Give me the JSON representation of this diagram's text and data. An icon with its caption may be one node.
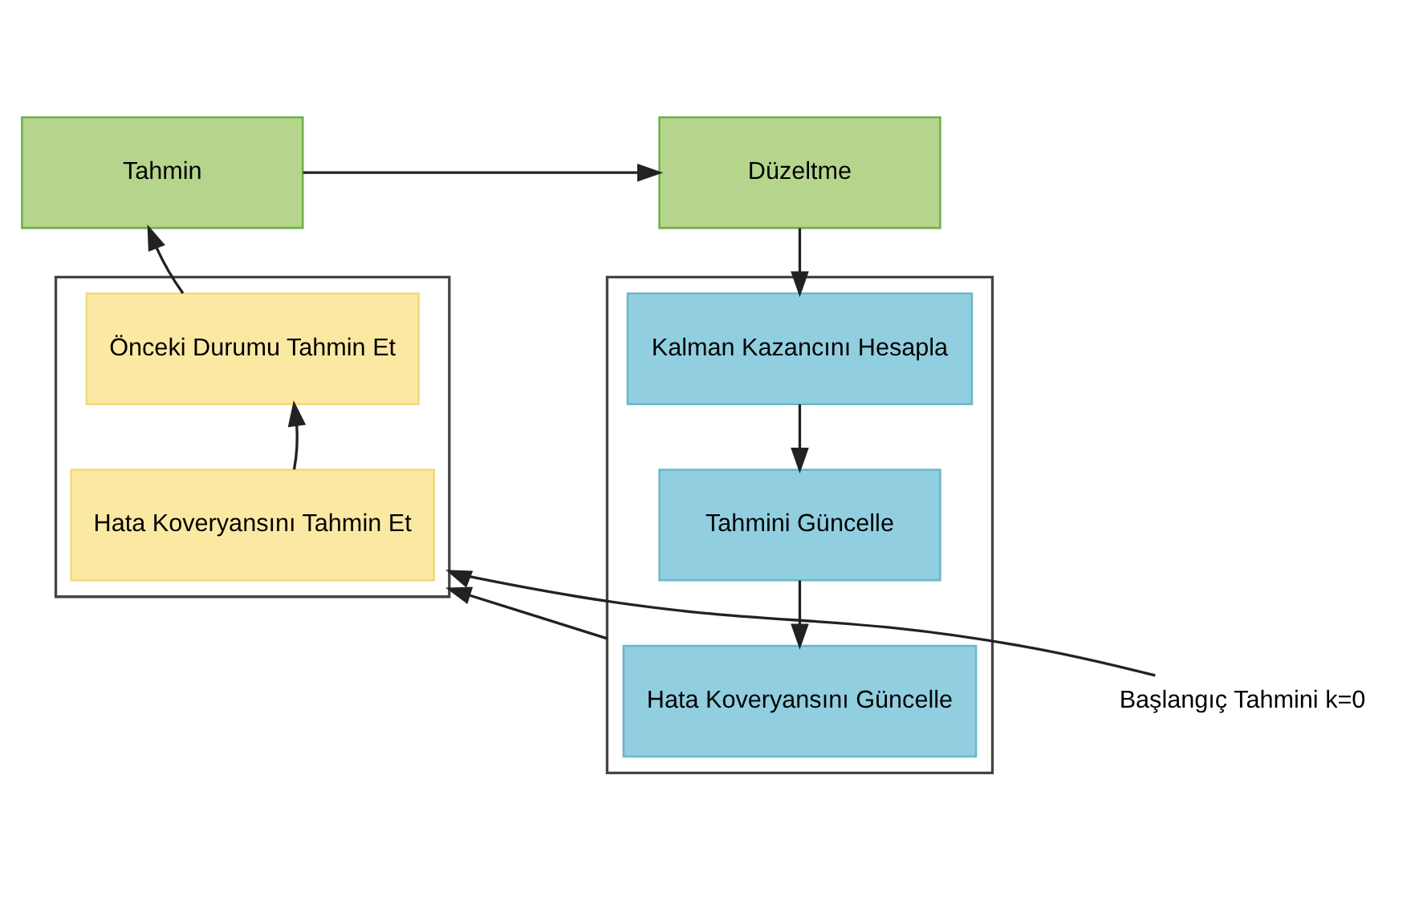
{
  "diagram": {
    "nodes": [
      {
        "text": [],
        "shape": "box"
      },
      {
        "text": [
          "Tahmin"
        ]
      },
      {
        "text": [
          "Önceki Durumu Tahmin Et"
        ],
        "in": 0
      },
      {
        "text": [
          "Hata Koveryansını Tahmin Et"
        ],
        "in": 0
      },
      {
        "text": [],
        "shape": "box"
      },
      {
        "text": [
          "Düzeltme"
        ]
      },
      {
        "text": [
          "Kalman Kazancını Hesapla"
        ],
        "in": 4
      },
      {
        "text": [
          "Tahmini Güncelle"
        ],
        "in": 4
      },
      {
        "text": [
          "Hata Koveryansını Güncelle"
        ],
        "in": 4
      },
      {
        "text": [
          "Başlangıç Tahmini k=0"
        ]
      }
    ],
    "edges": [
      {
        "from": 3,
        "to": 2,
        "arrow": "to"
      },
      {
        "from": 2,
        "to": 1,
        "arrow": "to"
      },
      {
        "from": 1,
        "to": 5,
        "arrow": "to"
      },
      {
        "from": 5,
        "to": 6,
        "arrow": "to"
      },
      {
        "from": 6,
        "to": 7,
        "arrow": "to"
      },
      {
        "from": 7,
        "to": 8,
        "arrow": "to"
      },
      {
        "from": 4,
        "to": 0,
        "arrow": "to"
      },
      {
        "from": 9,
        "to": 0,
        "arrow": "to"
      }
    ]
  }
}
